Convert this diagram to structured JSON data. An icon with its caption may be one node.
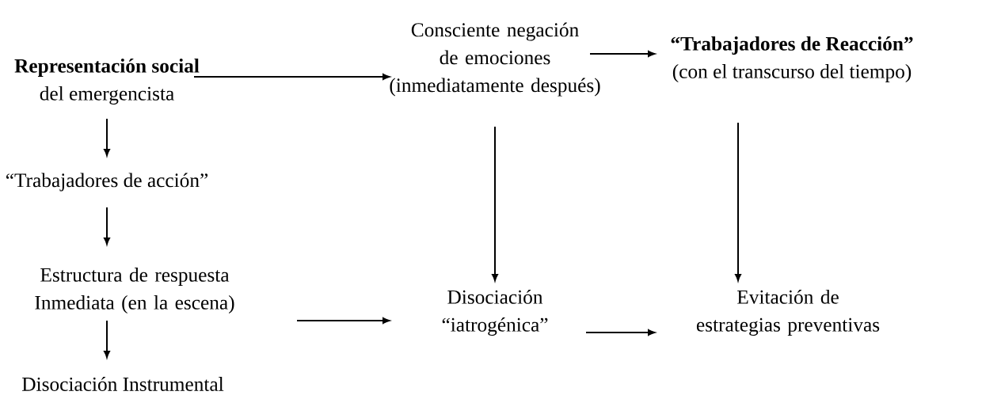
{
  "diagram": {
    "nodes": [
      {
        "text": [
          "Representación social",
          "del emergencista"
        ]
      },
      {
        "text": [
          "“Trabajadores de acción”"
        ]
      },
      {
        "text": [
          "Estructura de respuesta Inmediata (en la escena)"
        ]
      },
      {
        "text": [
          "Disociación Instrumental"
        ]
      },
      {
        "text": [
          "Consciente negación de emociones (inmediatamente después)"
        ]
      },
      {
        "text": [
          "“Trabajadores de Reacción”",
          "(con el transcurso del tiempo)"
        ]
      },
      {
        "text": [
          "Disociación “iatrogénica”"
        ]
      },
      {
        "text": [
          "Evitación de estrategias preventivas"
        ]
      }
    ],
    "edges": [
      {
        "from": 0,
        "to": 4,
        "arrow": "to"
      },
      {
        "from": 4,
        "to": 5,
        "arrow": "to"
      },
      {
        "from": 0,
        "to": 1,
        "arrow": "to"
      },
      {
        "from": 1,
        "to": 2,
        "arrow": "to"
      },
      {
        "from": 2,
        "to": 3,
        "arrow": "to"
      },
      {
        "from": 4,
        "to": 6,
        "arrow": "to"
      },
      {
        "from": 5,
        "to": 7,
        "arrow": "to"
      },
      {
        "from": 2,
        "to": 6,
        "arrow": "to"
      },
      {
        "from": 6,
        "to": 7,
        "arrow": "to"
      }
    ]
  }
}
